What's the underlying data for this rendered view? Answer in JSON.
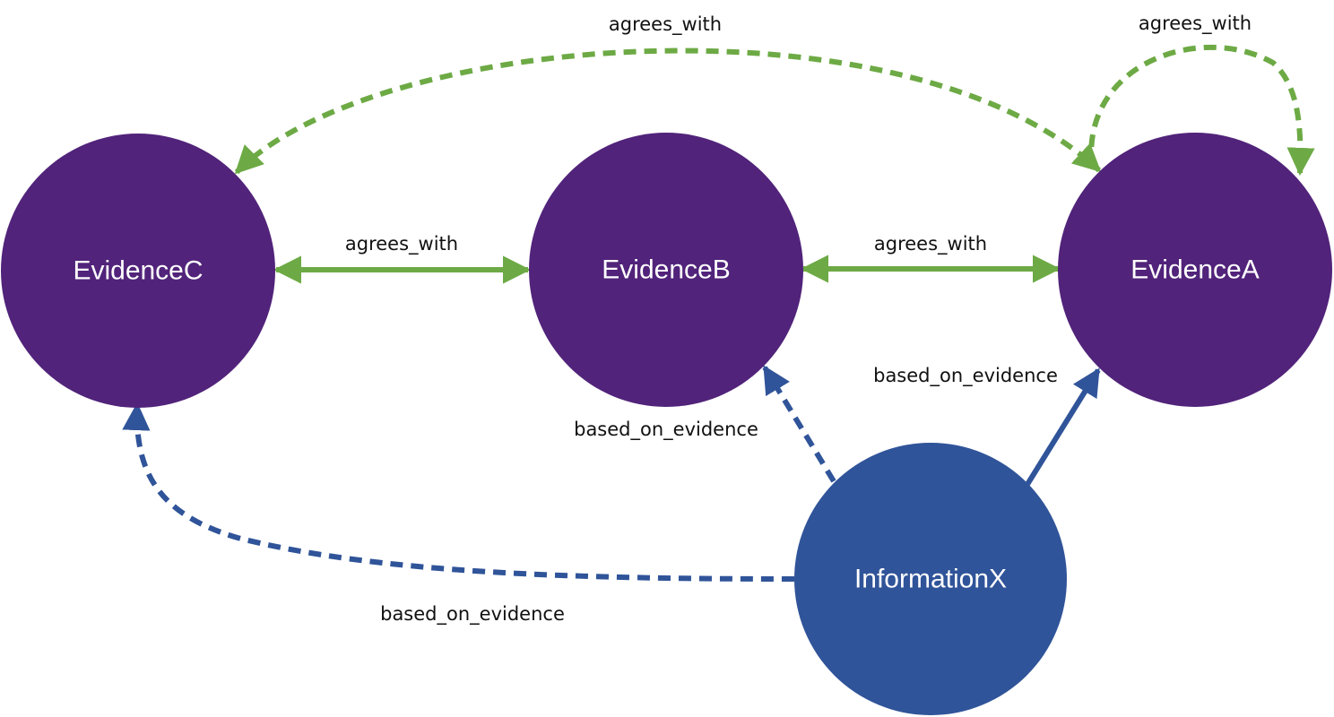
{
  "colors": {
    "evidence_node": "#51237A",
    "information_node": "#305499",
    "agrees_edge": "#6DAA45",
    "based_edge": "#305499",
    "node_text": "#FFFFFF",
    "edge_text": "#111111",
    "background": "#FFFFFF"
  },
  "nodes": {
    "evidence_c": {
      "label": "EvidenceC"
    },
    "evidence_b": {
      "label": "EvidenceB"
    },
    "evidence_a": {
      "label": "EvidenceA"
    },
    "information_x": {
      "label": "InformationX"
    }
  },
  "edges": {
    "c_b_agrees": {
      "label": "agrees_with",
      "style": "solid",
      "direction": "both"
    },
    "b_a_agrees": {
      "label": "agrees_with",
      "style": "solid",
      "direction": "both"
    },
    "a_c_agrees": {
      "label": "agrees_with",
      "style": "dashed",
      "direction": "both"
    },
    "a_self_agrees": {
      "label": "agrees_with",
      "style": "dashed",
      "direction": "self-loop"
    },
    "x_a_based": {
      "label": "based_on_evidence",
      "style": "solid",
      "direction": "forward"
    },
    "x_b_based": {
      "label": "based_on_evidence",
      "style": "dashed",
      "direction": "forward"
    },
    "x_c_based": {
      "label": "based_on_evidence",
      "style": "dashed",
      "direction": "forward"
    }
  }
}
